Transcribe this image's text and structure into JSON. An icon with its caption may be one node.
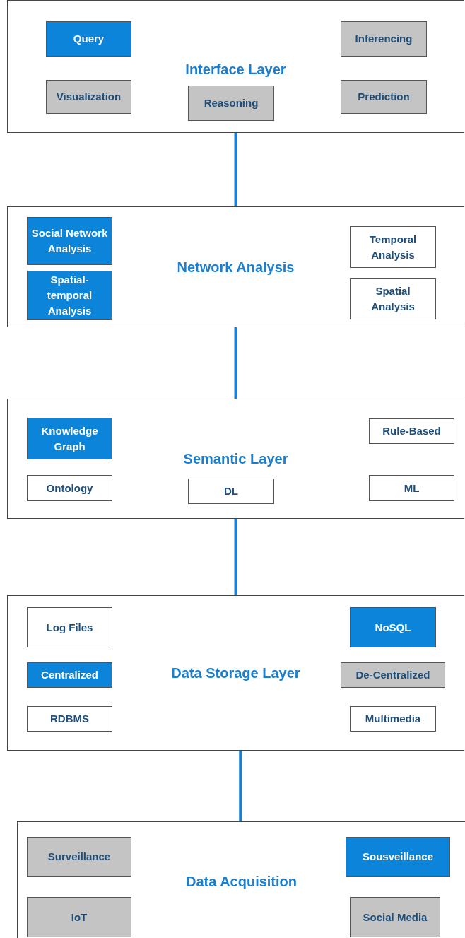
{
  "diagram": {
    "nodes": [
      {
        "text": [
          "Interface Layer"
        ]
      },
      {
        "text": [
          "Query"
        ],
        "in": 0
      },
      {
        "text": [
          "Inferencing"
        ],
        "in": 0
      },
      {
        "text": [
          "Visualization"
        ],
        "in": 0
      },
      {
        "text": [
          "Reasoning"
        ],
        "in": 0
      },
      {
        "text": [
          "Prediction"
        ],
        "in": 0
      },
      {
        "text": [
          "Network Analysis"
        ]
      },
      {
        "text": [
          "Social Network Analysis"
        ],
        "in": 6
      },
      {
        "text": [
          "Spatial-temporal Analysis"
        ],
        "in": 6
      },
      {
        "text": [
          "Temporal Analysis"
        ],
        "in": 6
      },
      {
        "text": [
          "Spatial Analysis"
        ],
        "in": 6
      },
      {
        "text": [
          "Semantic Layer"
        ]
      },
      {
        "text": [
          "Knowledge Graph"
        ],
        "in": 11
      },
      {
        "text": [
          "Rule-Based"
        ],
        "in": 11
      },
      {
        "text": [
          "Ontology"
        ],
        "in": 11
      },
      {
        "text": [
          "DL"
        ],
        "in": 11
      },
      {
        "text": [
          "ML"
        ],
        "in": 11
      },
      {
        "text": [
          "Data Storage Layer"
        ]
      },
      {
        "text": [
          "Log Files"
        ],
        "in": 17
      },
      {
        "text": [
          "NoSQL"
        ],
        "in": 17
      },
      {
        "text": [
          "Centralized"
        ],
        "in": 17
      },
      {
        "text": [
          "De-Centralized"
        ],
        "in": 17
      },
      {
        "text": [
          "RDBMS"
        ],
        "in": 17
      },
      {
        "text": [
          "Multimedia"
        ],
        "in": 17
      },
      {
        "text": [
          "Data Acquisition"
        ]
      },
      {
        "text": [
          "Surveillance"
        ],
        "in": 24
      },
      {
        "text": [
          "Sousveillance"
        ],
        "in": 24
      },
      {
        "text": [
          "IoT"
        ],
        "in": 24
      },
      {
        "text": [
          "Social Media"
        ],
        "in": 24
      }
    ],
    "edges": [
      {
        "from": 0,
        "to": 6,
        "arrow": "none"
      },
      {
        "from": 6,
        "to": 11,
        "arrow": "none"
      },
      {
        "from": 11,
        "to": 17,
        "arrow": "none"
      },
      {
        "from": 17,
        "to": 24,
        "arrow": "none"
      }
    ]
  }
}
